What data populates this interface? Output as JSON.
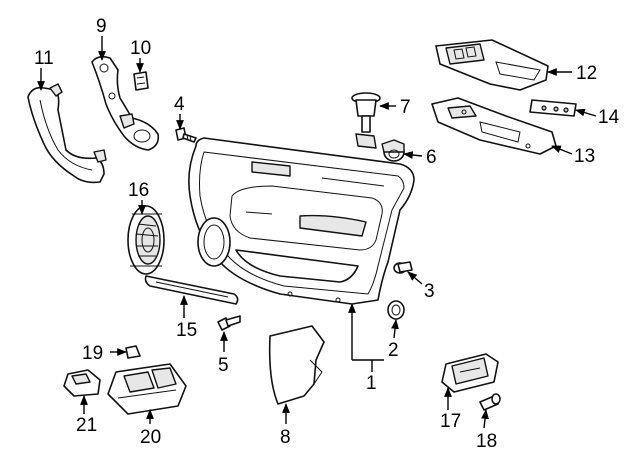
{
  "diagram": {
    "callouts": [
      {
        "id": "c1",
        "label": "1"
      },
      {
        "id": "c2",
        "label": "2"
      },
      {
        "id": "c3",
        "label": "3"
      },
      {
        "id": "c4",
        "label": "4"
      },
      {
        "id": "c5",
        "label": "5"
      },
      {
        "id": "c6",
        "label": "6"
      },
      {
        "id": "c7",
        "label": "7"
      },
      {
        "id": "c8",
        "label": "8"
      },
      {
        "id": "c9",
        "label": "9"
      },
      {
        "id": "c10",
        "label": "10"
      },
      {
        "id": "c11",
        "label": "11"
      },
      {
        "id": "c12",
        "label": "12"
      },
      {
        "id": "c13",
        "label": "13"
      },
      {
        "id": "c14",
        "label": "14"
      },
      {
        "id": "c15",
        "label": "15"
      },
      {
        "id": "c16",
        "label": "16"
      },
      {
        "id": "c17",
        "label": "17"
      },
      {
        "id": "c18",
        "label": "18"
      },
      {
        "id": "c19",
        "label": "19"
      },
      {
        "id": "c20",
        "label": "20"
      },
      {
        "id": "c21",
        "label": "21"
      }
    ],
    "colors": {
      "line": "#111111",
      "fill": "#ffffff",
      "shade": "#e7e7e7",
      "background": "#ffffff"
    }
  }
}
